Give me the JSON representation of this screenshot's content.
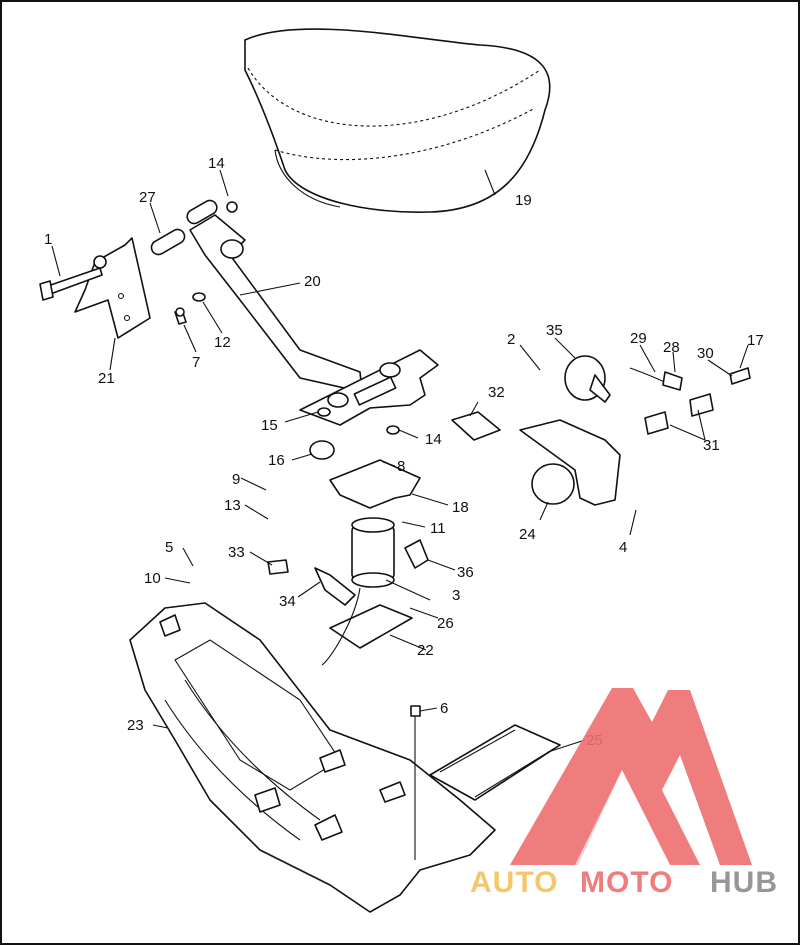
{
  "callouts": {
    "c1": "1",
    "c2": "2",
    "c3": "3",
    "c4": "4",
    "c5": "5",
    "c6": "6",
    "c7": "7",
    "c8": "8",
    "c9": "9",
    "c10": "10",
    "c11": "11",
    "c12": "12",
    "c13": "13",
    "c14a": "14",
    "c14b": "14",
    "c15": "15",
    "c16": "16",
    "c17": "17",
    "c18": "18",
    "c19": "19",
    "c20": "20",
    "c21": "21",
    "c22": "22",
    "c23": "23",
    "c24": "24",
    "c25": "25",
    "c26": "26",
    "c27": "27",
    "c28": "28",
    "c29": "29",
    "c30": "30",
    "c31": "31",
    "c32": "32",
    "c33": "33",
    "c34": "34",
    "c35": "35",
    "c36": "36"
  },
  "watermark": {
    "part1": "AUTO",
    "part2": "MOTO",
    "part3": "HUB",
    "color_gold": "#f3c35a",
    "color_red": "#ee6f6f",
    "color_gray": "#8c8c8c"
  }
}
